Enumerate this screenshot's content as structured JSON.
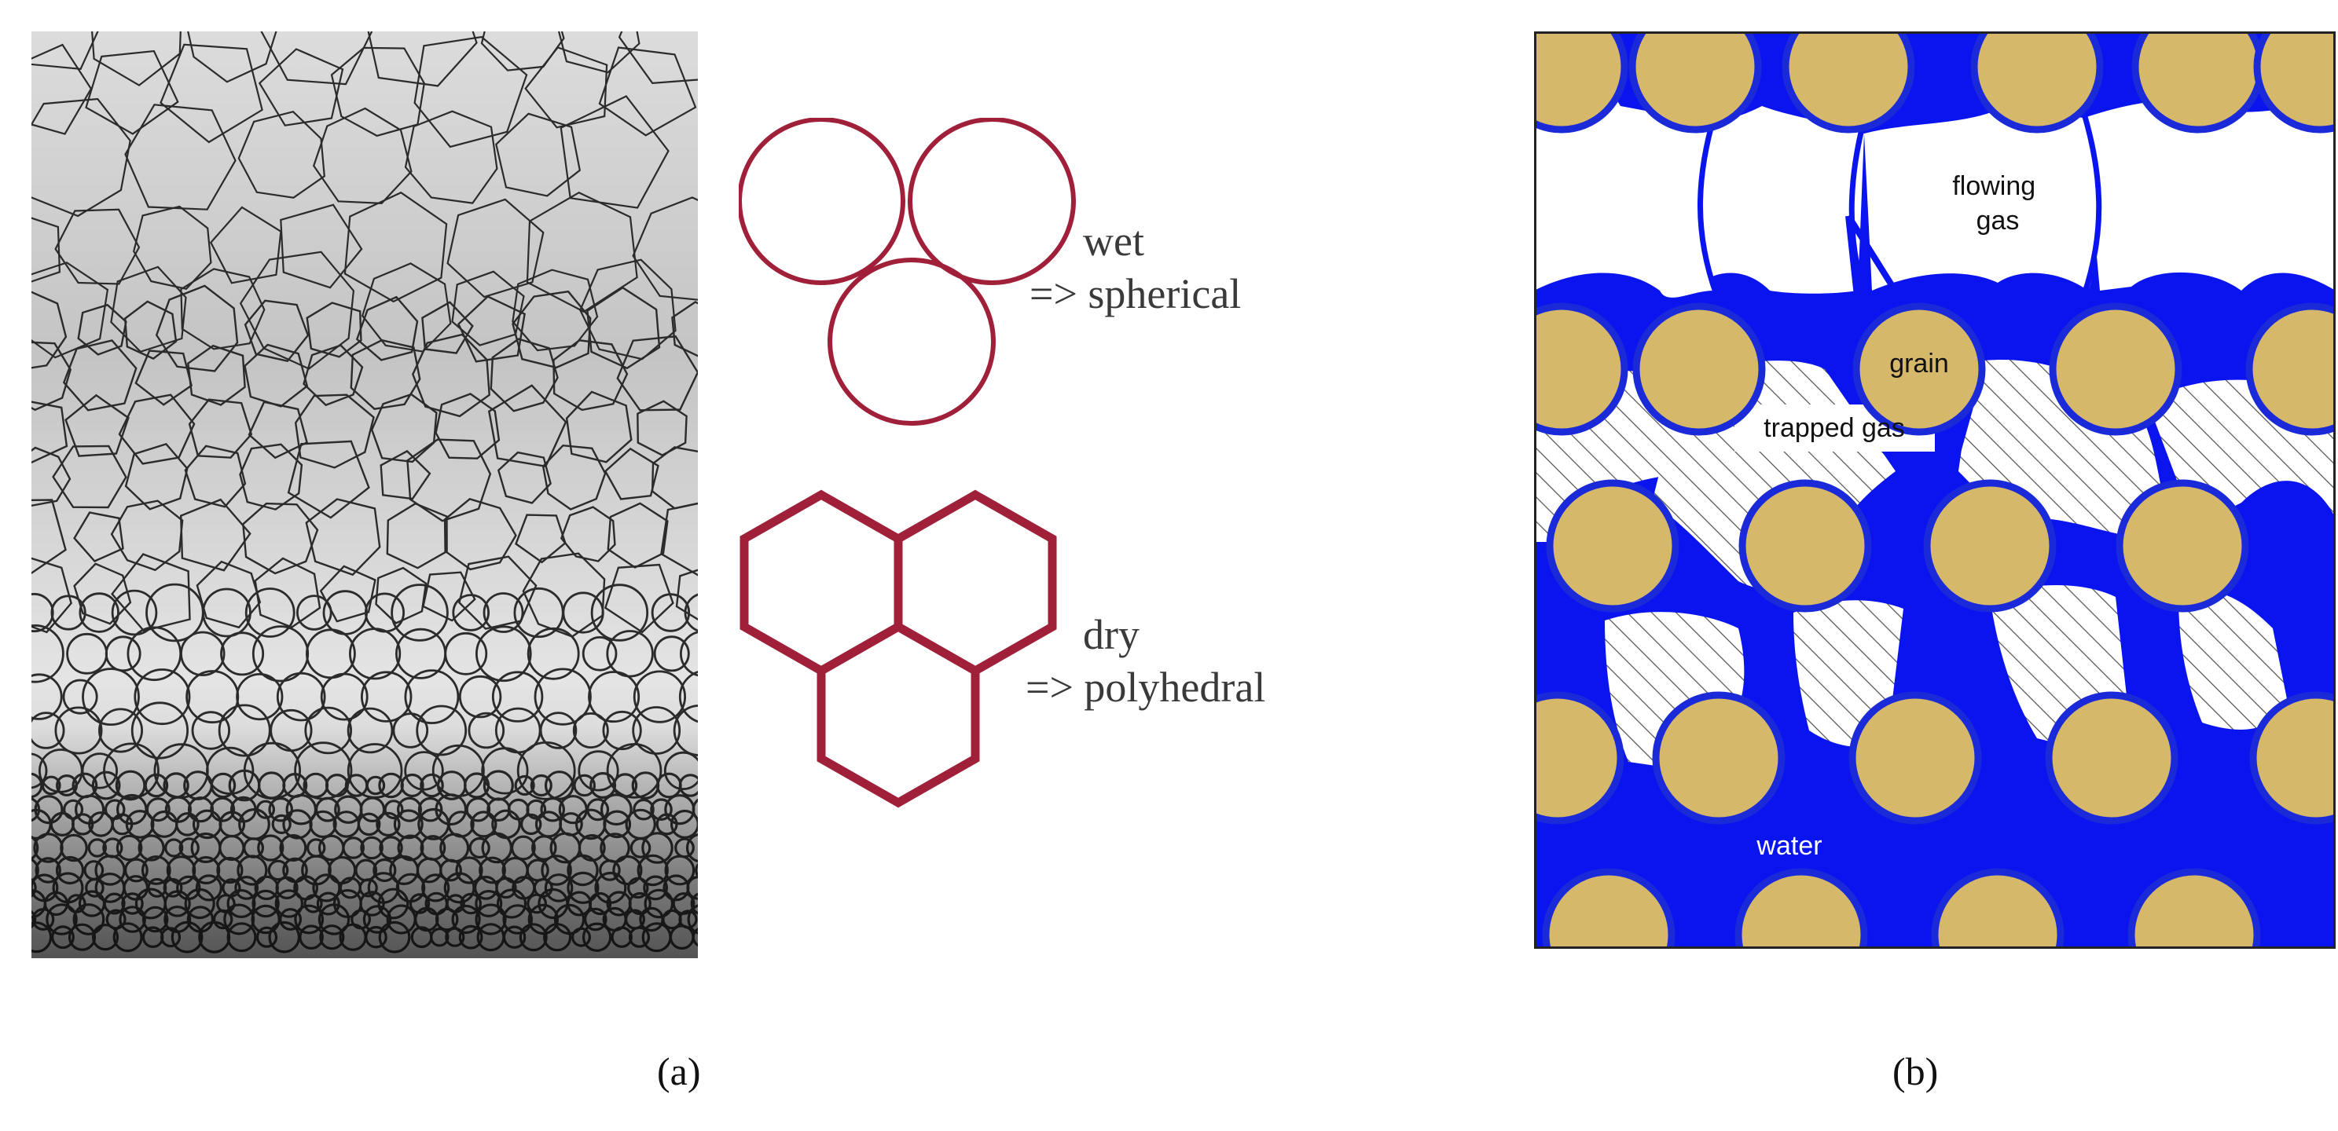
{
  "panel_a": {
    "label": "(a)",
    "wet_label": "wet",
    "wet_desc": "=> spherical",
    "dry_label": "dry",
    "dry_desc": "=> polyhedral",
    "shape_color": "#a0203a"
  },
  "panel_b": {
    "label": "(b)",
    "flowing_gas": "flowing\ngas",
    "grain": "grain",
    "trapped_gas": "trapped gas",
    "water": "water",
    "water_color": "#0a14ef",
    "grain_color": "#d6b86a",
    "grain_outline": "#1a2ad8"
  }
}
